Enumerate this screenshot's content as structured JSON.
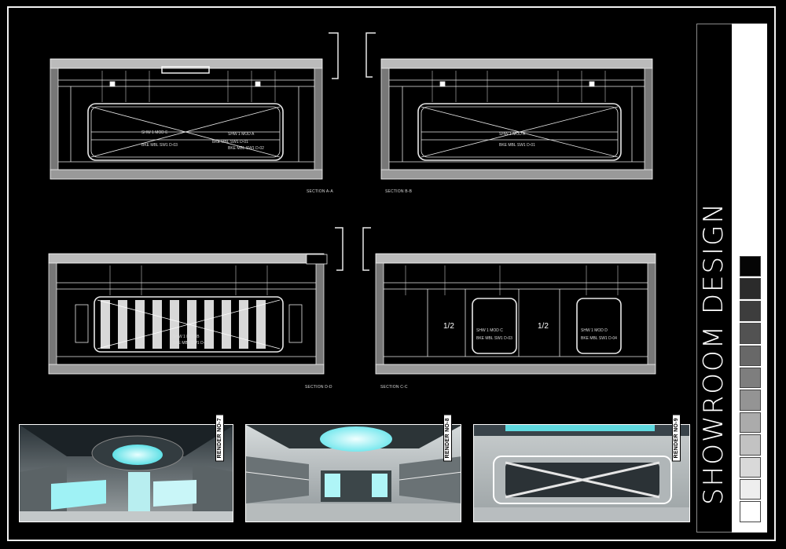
{
  "sheet": {
    "title": "SHOWROOM DESIGN",
    "swatches": [
      "#050505",
      "#2b2b2b",
      "#3d3d3d",
      "#525252",
      "#686868",
      "#7e7e7e",
      "#949494",
      "#ababab",
      "#c2c2c2",
      "#d9d9d9",
      "#eeeeee",
      "#ffffff"
    ]
  },
  "sections": [
    {
      "id": "a",
      "label": "SECTION A-A",
      "tags": [
        "SHW 1 MOD E",
        "BKE MBL SW1 D-03",
        "SHW 1 MOD A",
        "BKE MBL SW1 D-01",
        "BKE MBL SW1 D-02"
      ]
    },
    {
      "id": "b",
      "label": "SECTION B-B",
      "tags": [
        "SHW 1 MOD A",
        "BKE MBL SW1 D-01"
      ]
    },
    {
      "id": "d",
      "label": "SECTION D-D",
      "tags": [
        "SHW 1 MOD B",
        "BKE MBL SW1 D-02"
      ]
    },
    {
      "id": "c",
      "label": "SECTION C-C",
      "tags": [
        "SHW 1 MOD C",
        "BKE MBL SW1 D-03",
        "SHW 1 MOD D",
        "BKE MBL SW1 D-04",
        "1/2",
        "1/2"
      ]
    }
  ],
  "renders": [
    {
      "label": "RENDER NO-7"
    },
    {
      "label": "RENDER NO-8"
    },
    {
      "label": "RENDER NO-9"
    }
  ]
}
